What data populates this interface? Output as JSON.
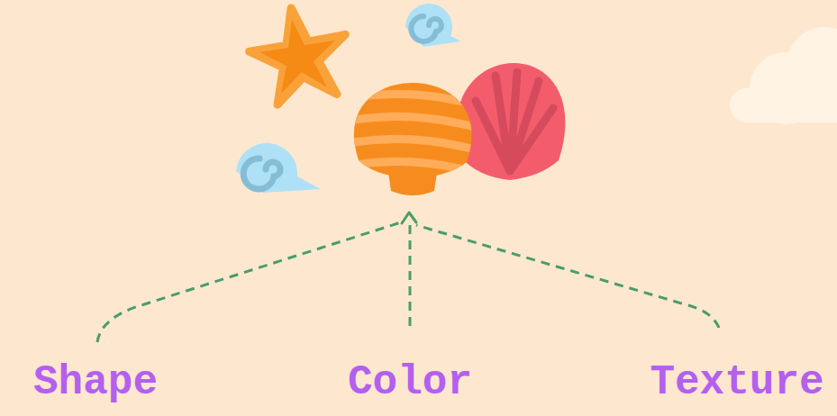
{
  "diagram": {
    "labels": [
      "Shape",
      "Color",
      "Texture"
    ]
  }
}
